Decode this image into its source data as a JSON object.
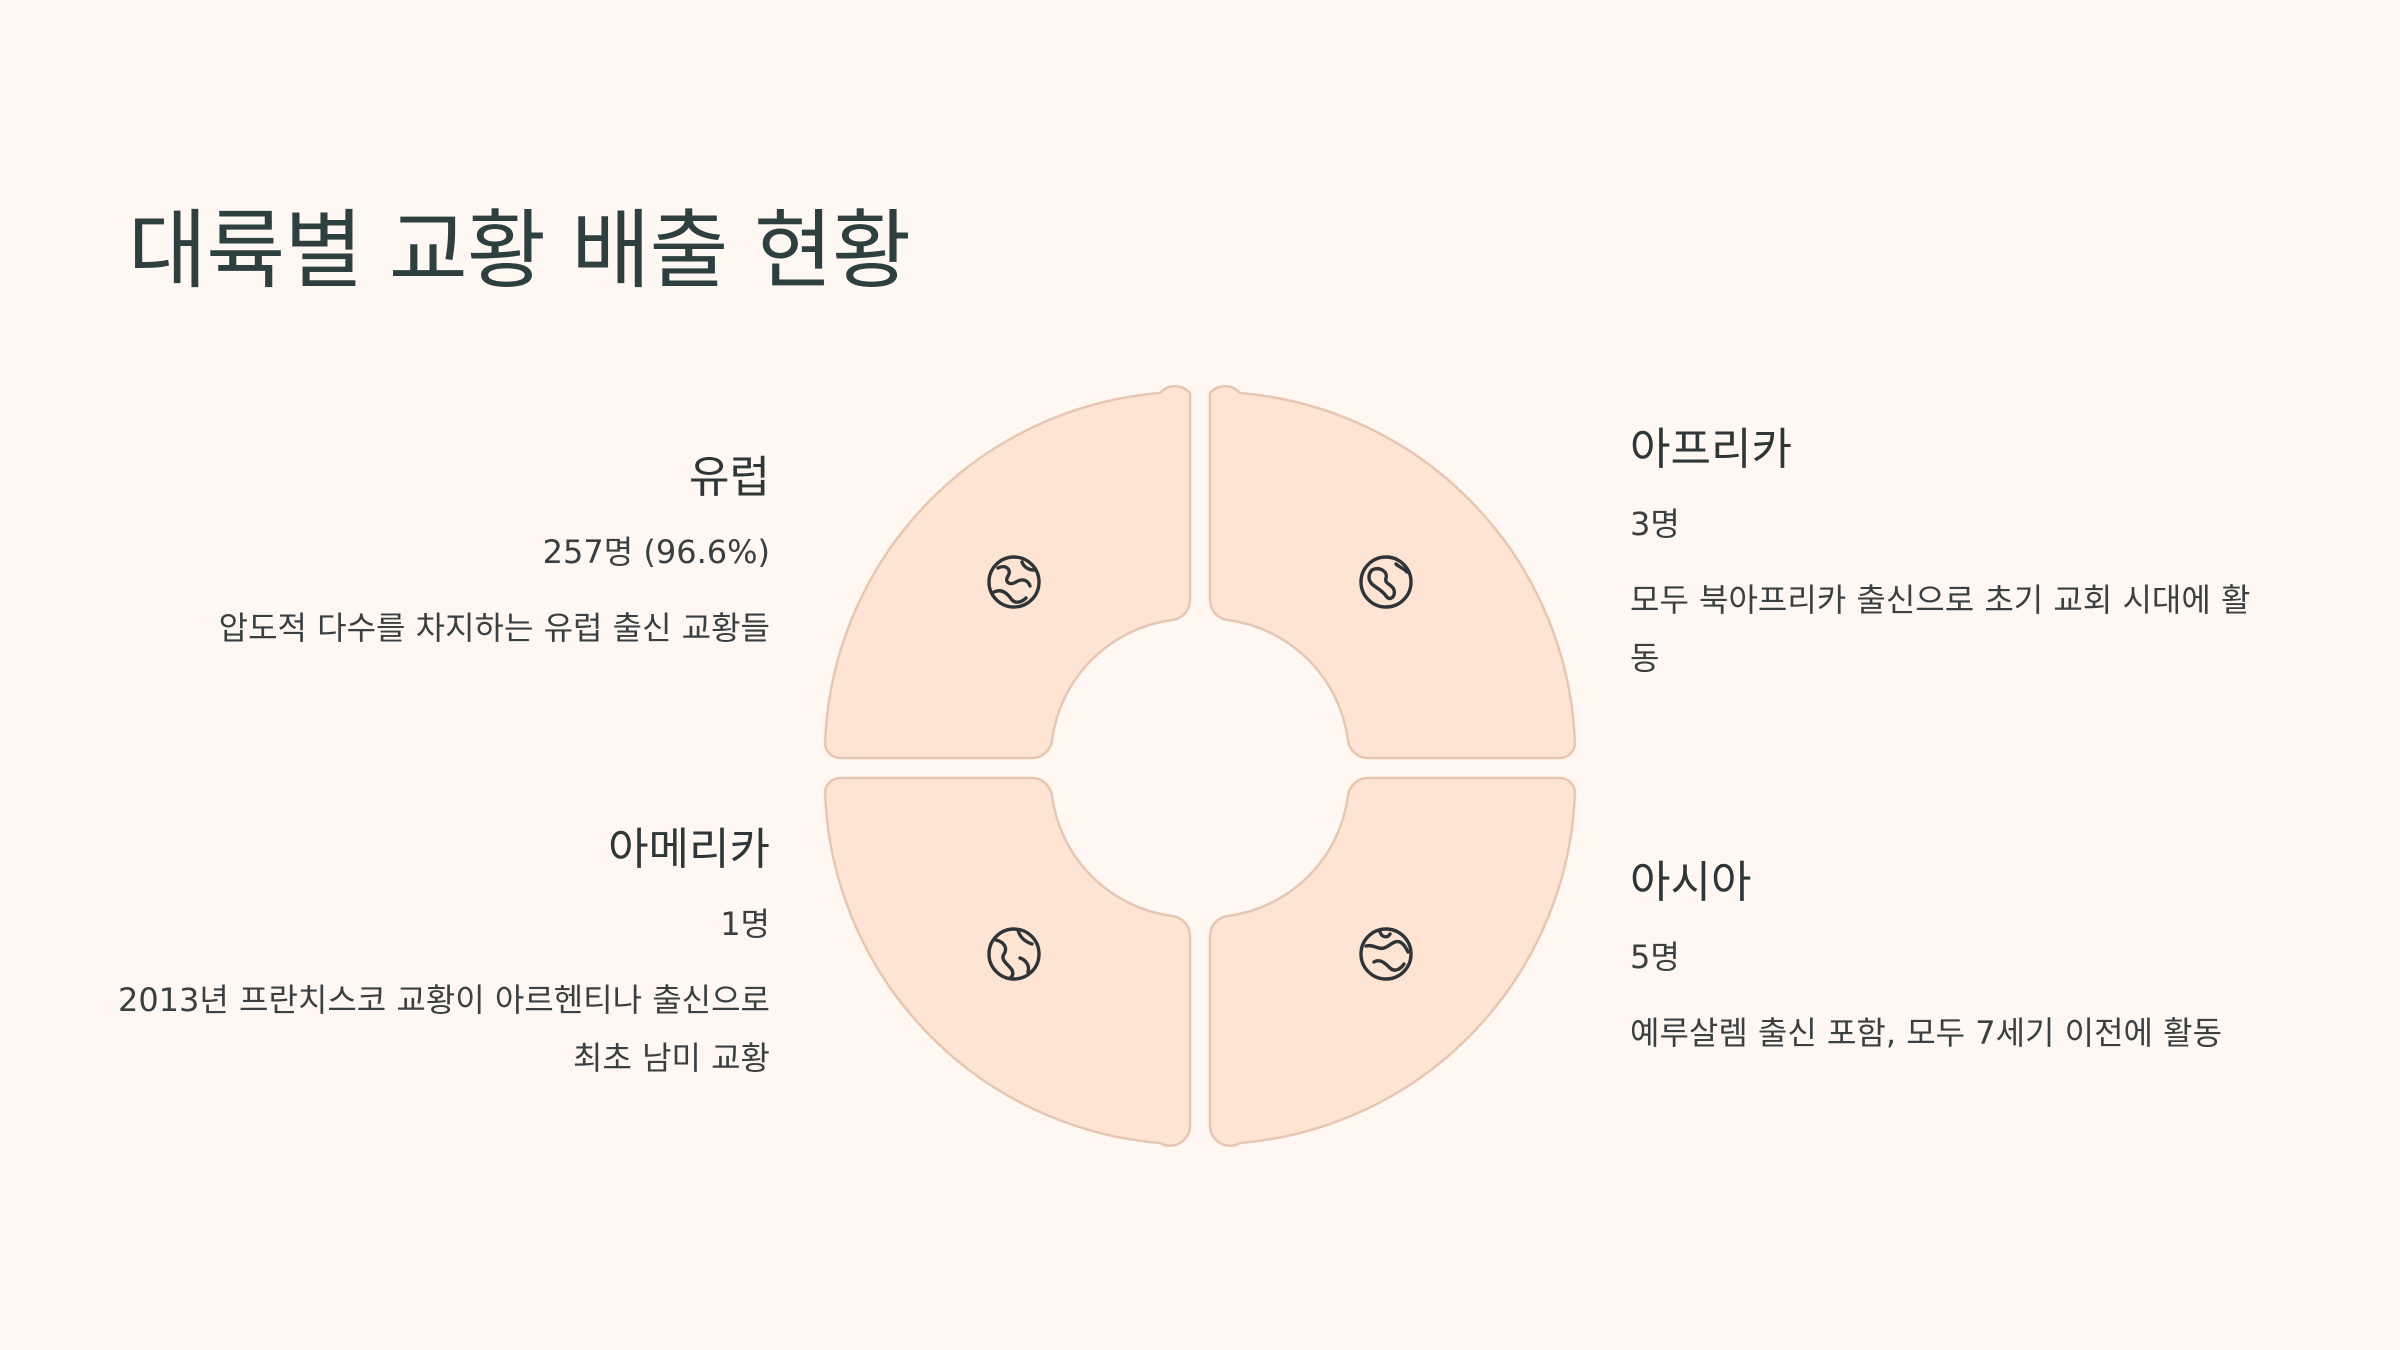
{
  "title": "대륙별 교황 배출 현황",
  "colors": {
    "background": "#fff8f2",
    "segment_fill": "#fde4d3",
    "segment_stroke": "#e6c7b4",
    "icon": "#2e3438",
    "title": "#2e3f3f"
  },
  "segments": [
    {
      "position": "top-left",
      "name": "유럽",
      "count": "257명 (96.6%)",
      "description": "압도적 다수를 차지하는 유럽 출신 교황들",
      "icon": "globe-europe-icon"
    },
    {
      "position": "top-right",
      "name": "아프리카",
      "count": "3명",
      "description": "모두 북아프리카 출신으로 초기 교회 시대에 활동",
      "icon": "globe-africa-icon"
    },
    {
      "position": "bottom-left",
      "name": "아메리카",
      "count": "1명",
      "description": "2013년 프란치스코 교황이 아르헨티나 출신으로 최초 남미 교황",
      "icon": "globe-americas-icon"
    },
    {
      "position": "bottom-right",
      "name": "아시아",
      "count": "5명",
      "description": "예루살렘 출신 포함, 모두 7세기 이전에 활동",
      "icon": "globe-asia-icon"
    }
  ]
}
